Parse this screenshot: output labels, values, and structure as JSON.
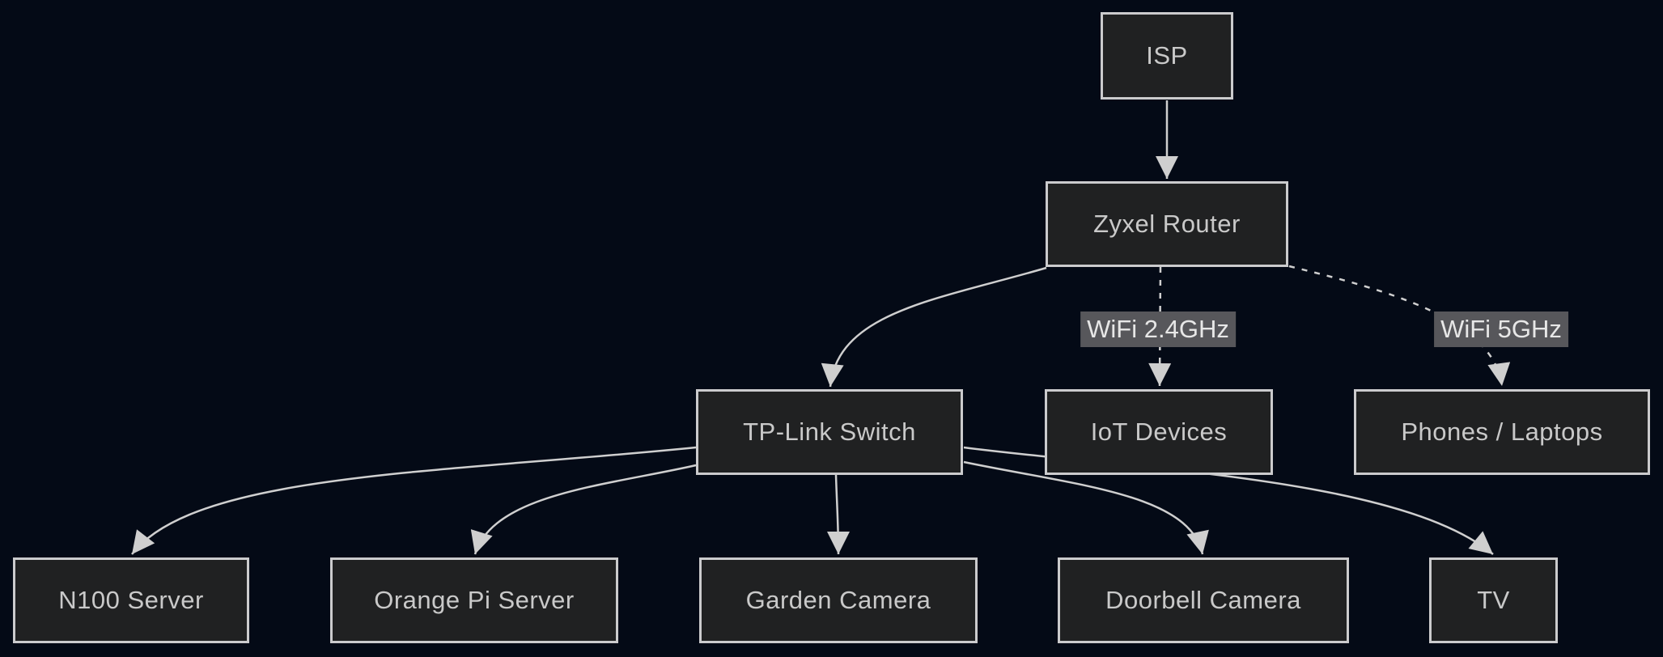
{
  "diagram": {
    "type": "network-topology-flowchart",
    "direction": "top-down",
    "colors": {
      "background": "#040a16",
      "node_fill": "#202122",
      "node_border": "#cbcbcd",
      "node_text": "#c9c9c9",
      "edge_line": "#cfcfcf",
      "edge_label_bg": "#57575b",
      "edge_label_text": "#e7e7e7"
    },
    "nodes": [
      {
        "id": "isp",
        "label": "ISP"
      },
      {
        "id": "router",
        "label": "Zyxel Router"
      },
      {
        "id": "switch",
        "label": "TP-Link Switch"
      },
      {
        "id": "iot",
        "label": "IoT Devices"
      },
      {
        "id": "phones",
        "label": "Phones / Laptops"
      },
      {
        "id": "n100",
        "label": "N100 Server"
      },
      {
        "id": "orangepi",
        "label": "Orange Pi Server"
      },
      {
        "id": "garden",
        "label": "Garden Camera"
      },
      {
        "id": "doorbell",
        "label": "Doorbell Camera"
      },
      {
        "id": "tv",
        "label": "TV"
      }
    ],
    "edges": [
      {
        "from": "isp",
        "to": "router",
        "style": "solid",
        "label": ""
      },
      {
        "from": "router",
        "to": "switch",
        "style": "solid",
        "label": ""
      },
      {
        "from": "router",
        "to": "iot",
        "style": "dashed",
        "label": "WiFi 2.4GHz"
      },
      {
        "from": "router",
        "to": "phones",
        "style": "dashed",
        "label": "WiFi 5GHz"
      },
      {
        "from": "switch",
        "to": "n100",
        "style": "solid",
        "label": ""
      },
      {
        "from": "switch",
        "to": "orangepi",
        "style": "solid",
        "label": ""
      },
      {
        "from": "switch",
        "to": "garden",
        "style": "solid",
        "label": ""
      },
      {
        "from": "switch",
        "to": "doorbell",
        "style": "solid",
        "label": ""
      },
      {
        "from": "switch",
        "to": "tv",
        "style": "solid",
        "label": ""
      }
    ]
  }
}
